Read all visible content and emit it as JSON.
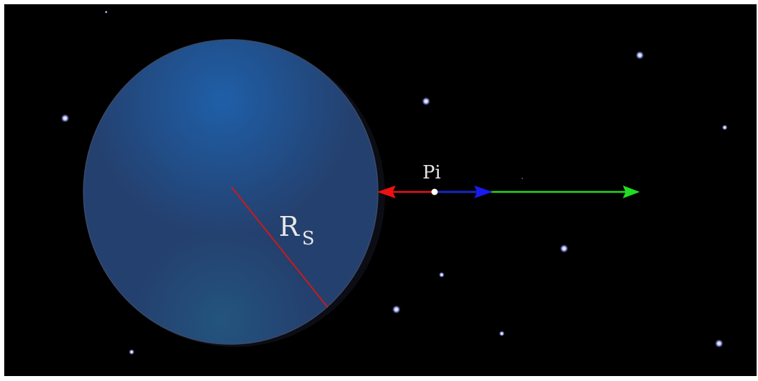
{
  "labels": {
    "point": "Pi",
    "radius_main": "R",
    "radius_sub": "S"
  },
  "colors": {
    "background": "#000000",
    "frame": "#ffffff",
    "planet": "#24406e",
    "planet_highlight": "#1f5fa8",
    "radius_line": "#cc1a1a",
    "arrow_left": "#ee1111",
    "arrow_mid": "#1a1aee",
    "arrow_right": "#22dd22",
    "point": "#ffffff",
    "star": "#c8d0ff"
  },
  "icons": {
    "planet": "sphere",
    "stars": "star-dots",
    "arrows": "vector-arrows"
  }
}
